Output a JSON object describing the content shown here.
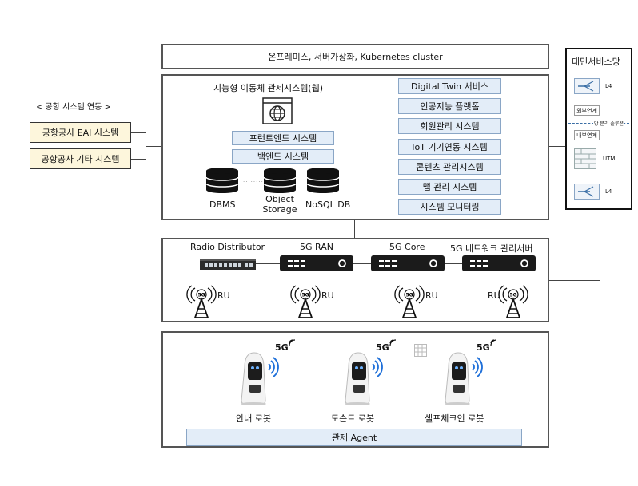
{
  "top_banner": "온프레미스, 서버가상화, Kubernetes cluster",
  "integration": {
    "title": "< 공항 시스템 연동 >",
    "systems": [
      "공항공사 EAI 시스템",
      "공항공사 기타 시스템"
    ]
  },
  "control": {
    "title": "지능형 이동체 관제시스템(웹)",
    "frontend": "프런트엔드 시스템",
    "backend": "백엔드 시스템",
    "databases": [
      "DBMS",
      "Object Storage",
      "NoSQL DB"
    ],
    "database_dots": "........"
  },
  "services": [
    "Digital Twin 서비스",
    "인공지능 플랫폼",
    "회원관리 시스템",
    "IoT 기기연동 시스템",
    "콘텐츠 관리시스템",
    "맵 관리 시스템",
    "시스템 모니터링"
  ],
  "public_network": {
    "title": "대민서비스망",
    "l4_top": "L4",
    "external_link": "외부연계",
    "separation": "망 분리 솔루션",
    "internal_link": "내부연계",
    "utm": "UTM",
    "l4_bottom": "L4"
  },
  "network": {
    "radio_distributor": "Radio Distributor",
    "ran": "5G RAN",
    "core": "5G Core",
    "mgmt": "5G 네트워크 관리서버",
    "ru_label": "RU",
    "antenna_label": "5G"
  },
  "robots": {
    "badge": "5G",
    "items": [
      "안내 로봇",
      "도슨트 로봇",
      "셀프체크인 로봇"
    ],
    "agent": "관제 Agent"
  }
}
